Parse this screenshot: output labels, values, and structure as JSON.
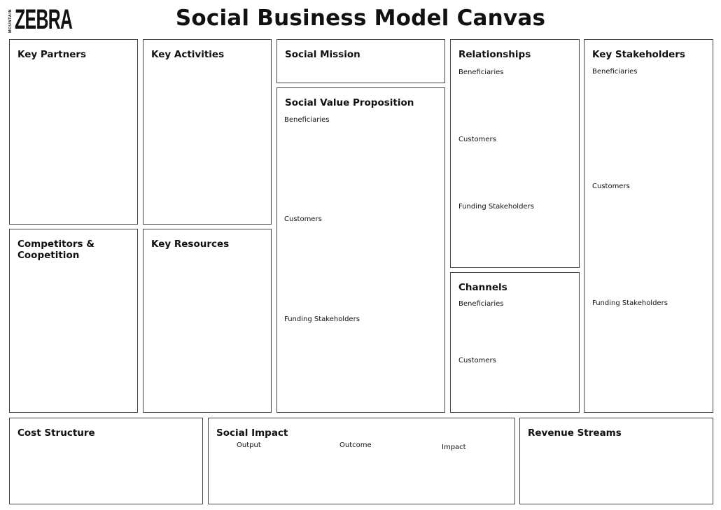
{
  "logo": {
    "small_text": "MOUNTAIN",
    "big_text": "ZEBRA"
  },
  "title": "Social Business Model Canvas",
  "boxes": {
    "key_partners": {
      "title": "Key Partners"
    },
    "key_activities": {
      "title": "Key Activities"
    },
    "social_mission": {
      "title": "Social Mission"
    },
    "social_value_proposition": {
      "title": "Social Value Proposition",
      "labels": [
        "Beneficiaries",
        "Customers",
        "Funding Stakeholders"
      ]
    },
    "relationships": {
      "title": "Relationships",
      "labels": [
        "Beneficiaries",
        "Customers",
        "Funding Stakeholders"
      ]
    },
    "key_stakeholders": {
      "title": "Key Stakeholders",
      "labels": [
        "Beneficiaries",
        "Customers",
        "Funding Stakeholders"
      ]
    },
    "competitors": {
      "title": "Competitors &\nCoopetition"
    },
    "key_resources": {
      "title": "Key Resources"
    },
    "channels": {
      "title": "Channels",
      "labels": [
        "Beneficiaries",
        "Customers"
      ]
    },
    "cost_structure": {
      "title": "Cost Structure"
    },
    "social_impact": {
      "title": "Social Impact",
      "labels": [
        "Output",
        "Outcome",
        "Impact"
      ]
    },
    "revenue_streams": {
      "title": "Revenue Streams"
    }
  }
}
